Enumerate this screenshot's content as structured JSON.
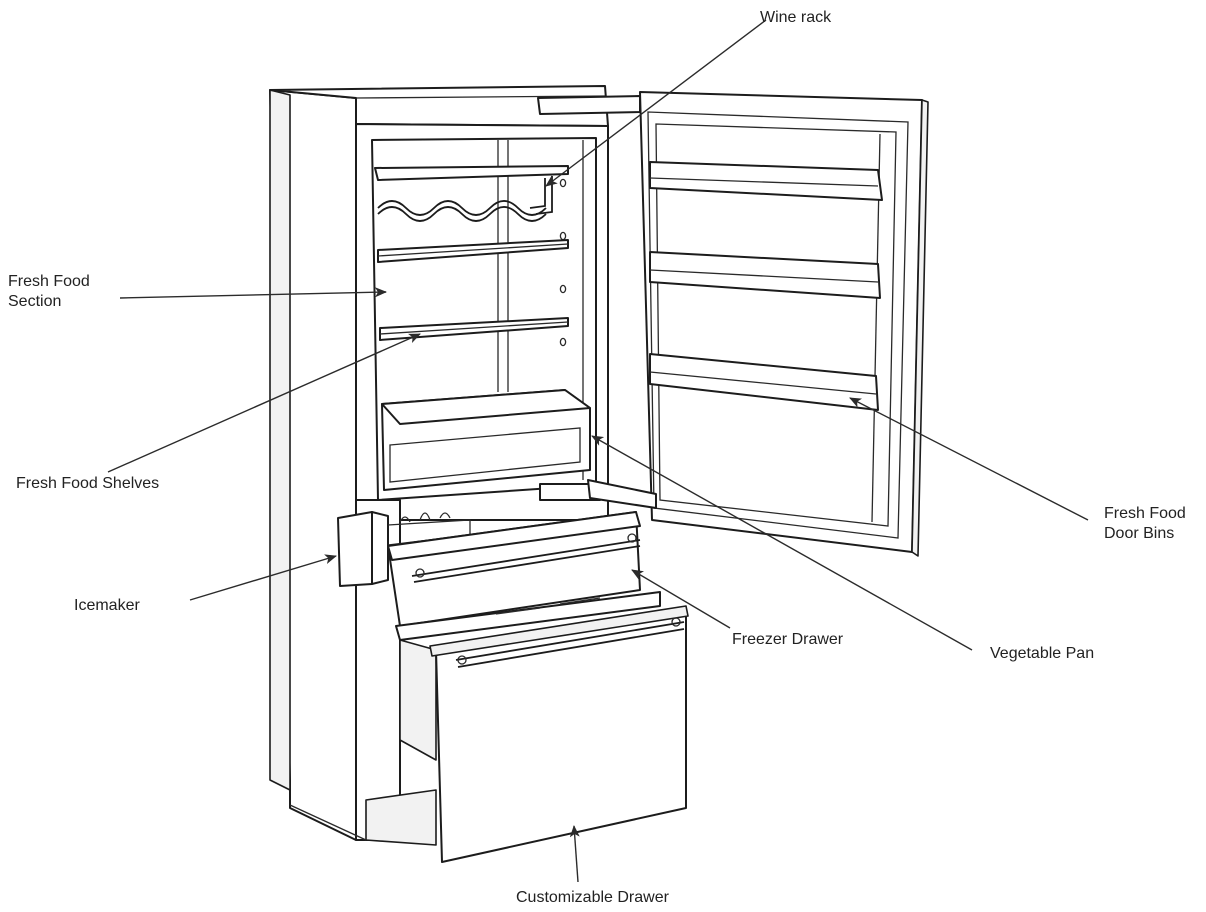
{
  "labels": {
    "wine_rack": "Wine rack",
    "fresh_food_section_line1": "Fresh Food",
    "fresh_food_section_line2": "Section",
    "fresh_food_shelves": "Fresh Food Shelves",
    "icemaker": "Icemaker",
    "freezer_drawer": "Freezer Drawer",
    "vegetable_pan": "Vegetable Pan",
    "fresh_food_door_bins_line1": "Fresh Food",
    "fresh_food_door_bins_line2": "Door Bins",
    "customizable_drawer": "Customizable Drawer"
  },
  "colors": {
    "line": "#1c1c1c",
    "text": "#222222",
    "background": "#ffffff"
  }
}
